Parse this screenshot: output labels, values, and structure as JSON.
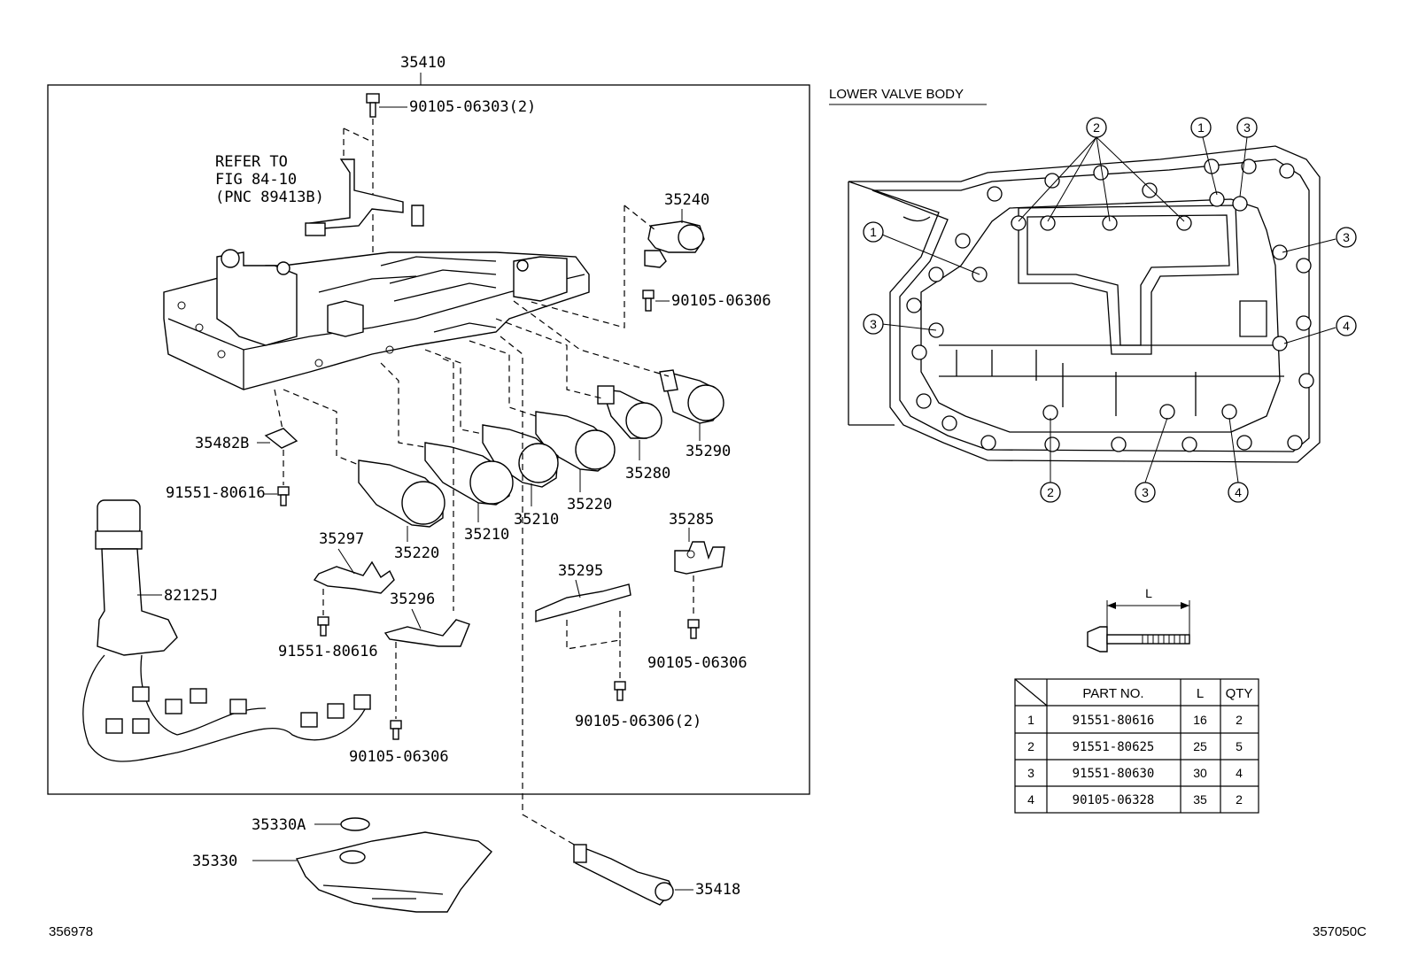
{
  "title_part": "35410",
  "refer_note": [
    "REFER TO",
    "FIG 84-10",
    "(PNC 89413B)"
  ],
  "parts": {
    "p_90105_06303": "90105-06303(2)",
    "p_35240": "35240",
    "p_90105_06306_a": "90105-06306",
    "p_35482B": "35482B",
    "p_91551_80616_a": "91551-80616",
    "p_82125J": "82125J",
    "p_35297": "35297",
    "p_35220_a": "35220",
    "p_35210_a": "35210",
    "p_35210_b": "35210",
    "p_35220_b": "35220",
    "p_35280": "35280",
    "p_35290": "35290",
    "p_35285": "35285",
    "p_35295": "35295",
    "p_35296": "35296",
    "p_91551_80616_b": "91551-80616",
    "p_90105_06306_b": "90105-06306",
    "p_90105_06306_2": "90105-06306(2)",
    "p_90105_06306_c": "90105-06306",
    "p_35330A": "35330A",
    "p_35330": "35330",
    "p_35418": "35418"
  },
  "lower_valve_body": {
    "heading": "LOWER VALVE BODY",
    "callouts": [
      "1",
      "2",
      "3",
      "4"
    ],
    "dimension_label": "L"
  },
  "table": {
    "headers": [
      "PART NO.",
      "L",
      "QTY"
    ],
    "rows": [
      {
        "idx": "1",
        "part": "91551-80616",
        "l": "16",
        "qty": "2"
      },
      {
        "idx": "2",
        "part": "91551-80625",
        "l": "25",
        "qty": "5"
      },
      {
        "idx": "3",
        "part": "91551-80630",
        "l": "30",
        "qty": "4"
      },
      {
        "idx": "4",
        "part": "90105-06328",
        "l": "35",
        "qty": "2"
      }
    ]
  },
  "footer": {
    "left_code": "356978",
    "right_code": "357050C"
  }
}
